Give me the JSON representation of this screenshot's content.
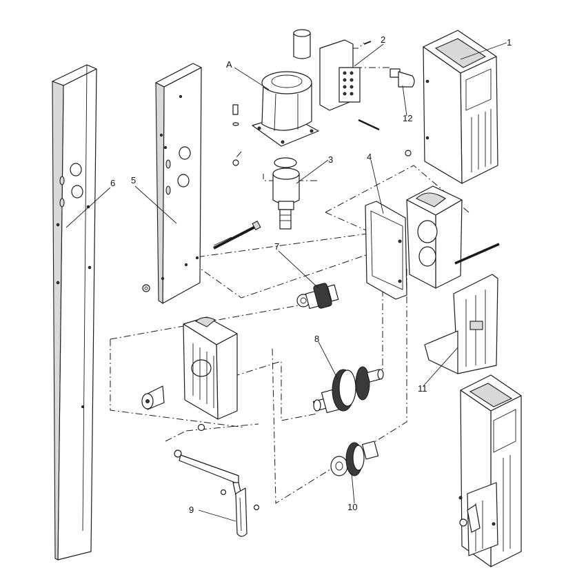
{
  "labels": {
    "p1": "1",
    "p2": "2",
    "p3": "3",
    "p4": "4",
    "p5": "5",
    "p6": "6",
    "p7": "7",
    "p8": "8",
    "p9": "9",
    "p10": "10",
    "p11": "11",
    "p12": "12",
    "pA": "A"
  }
}
